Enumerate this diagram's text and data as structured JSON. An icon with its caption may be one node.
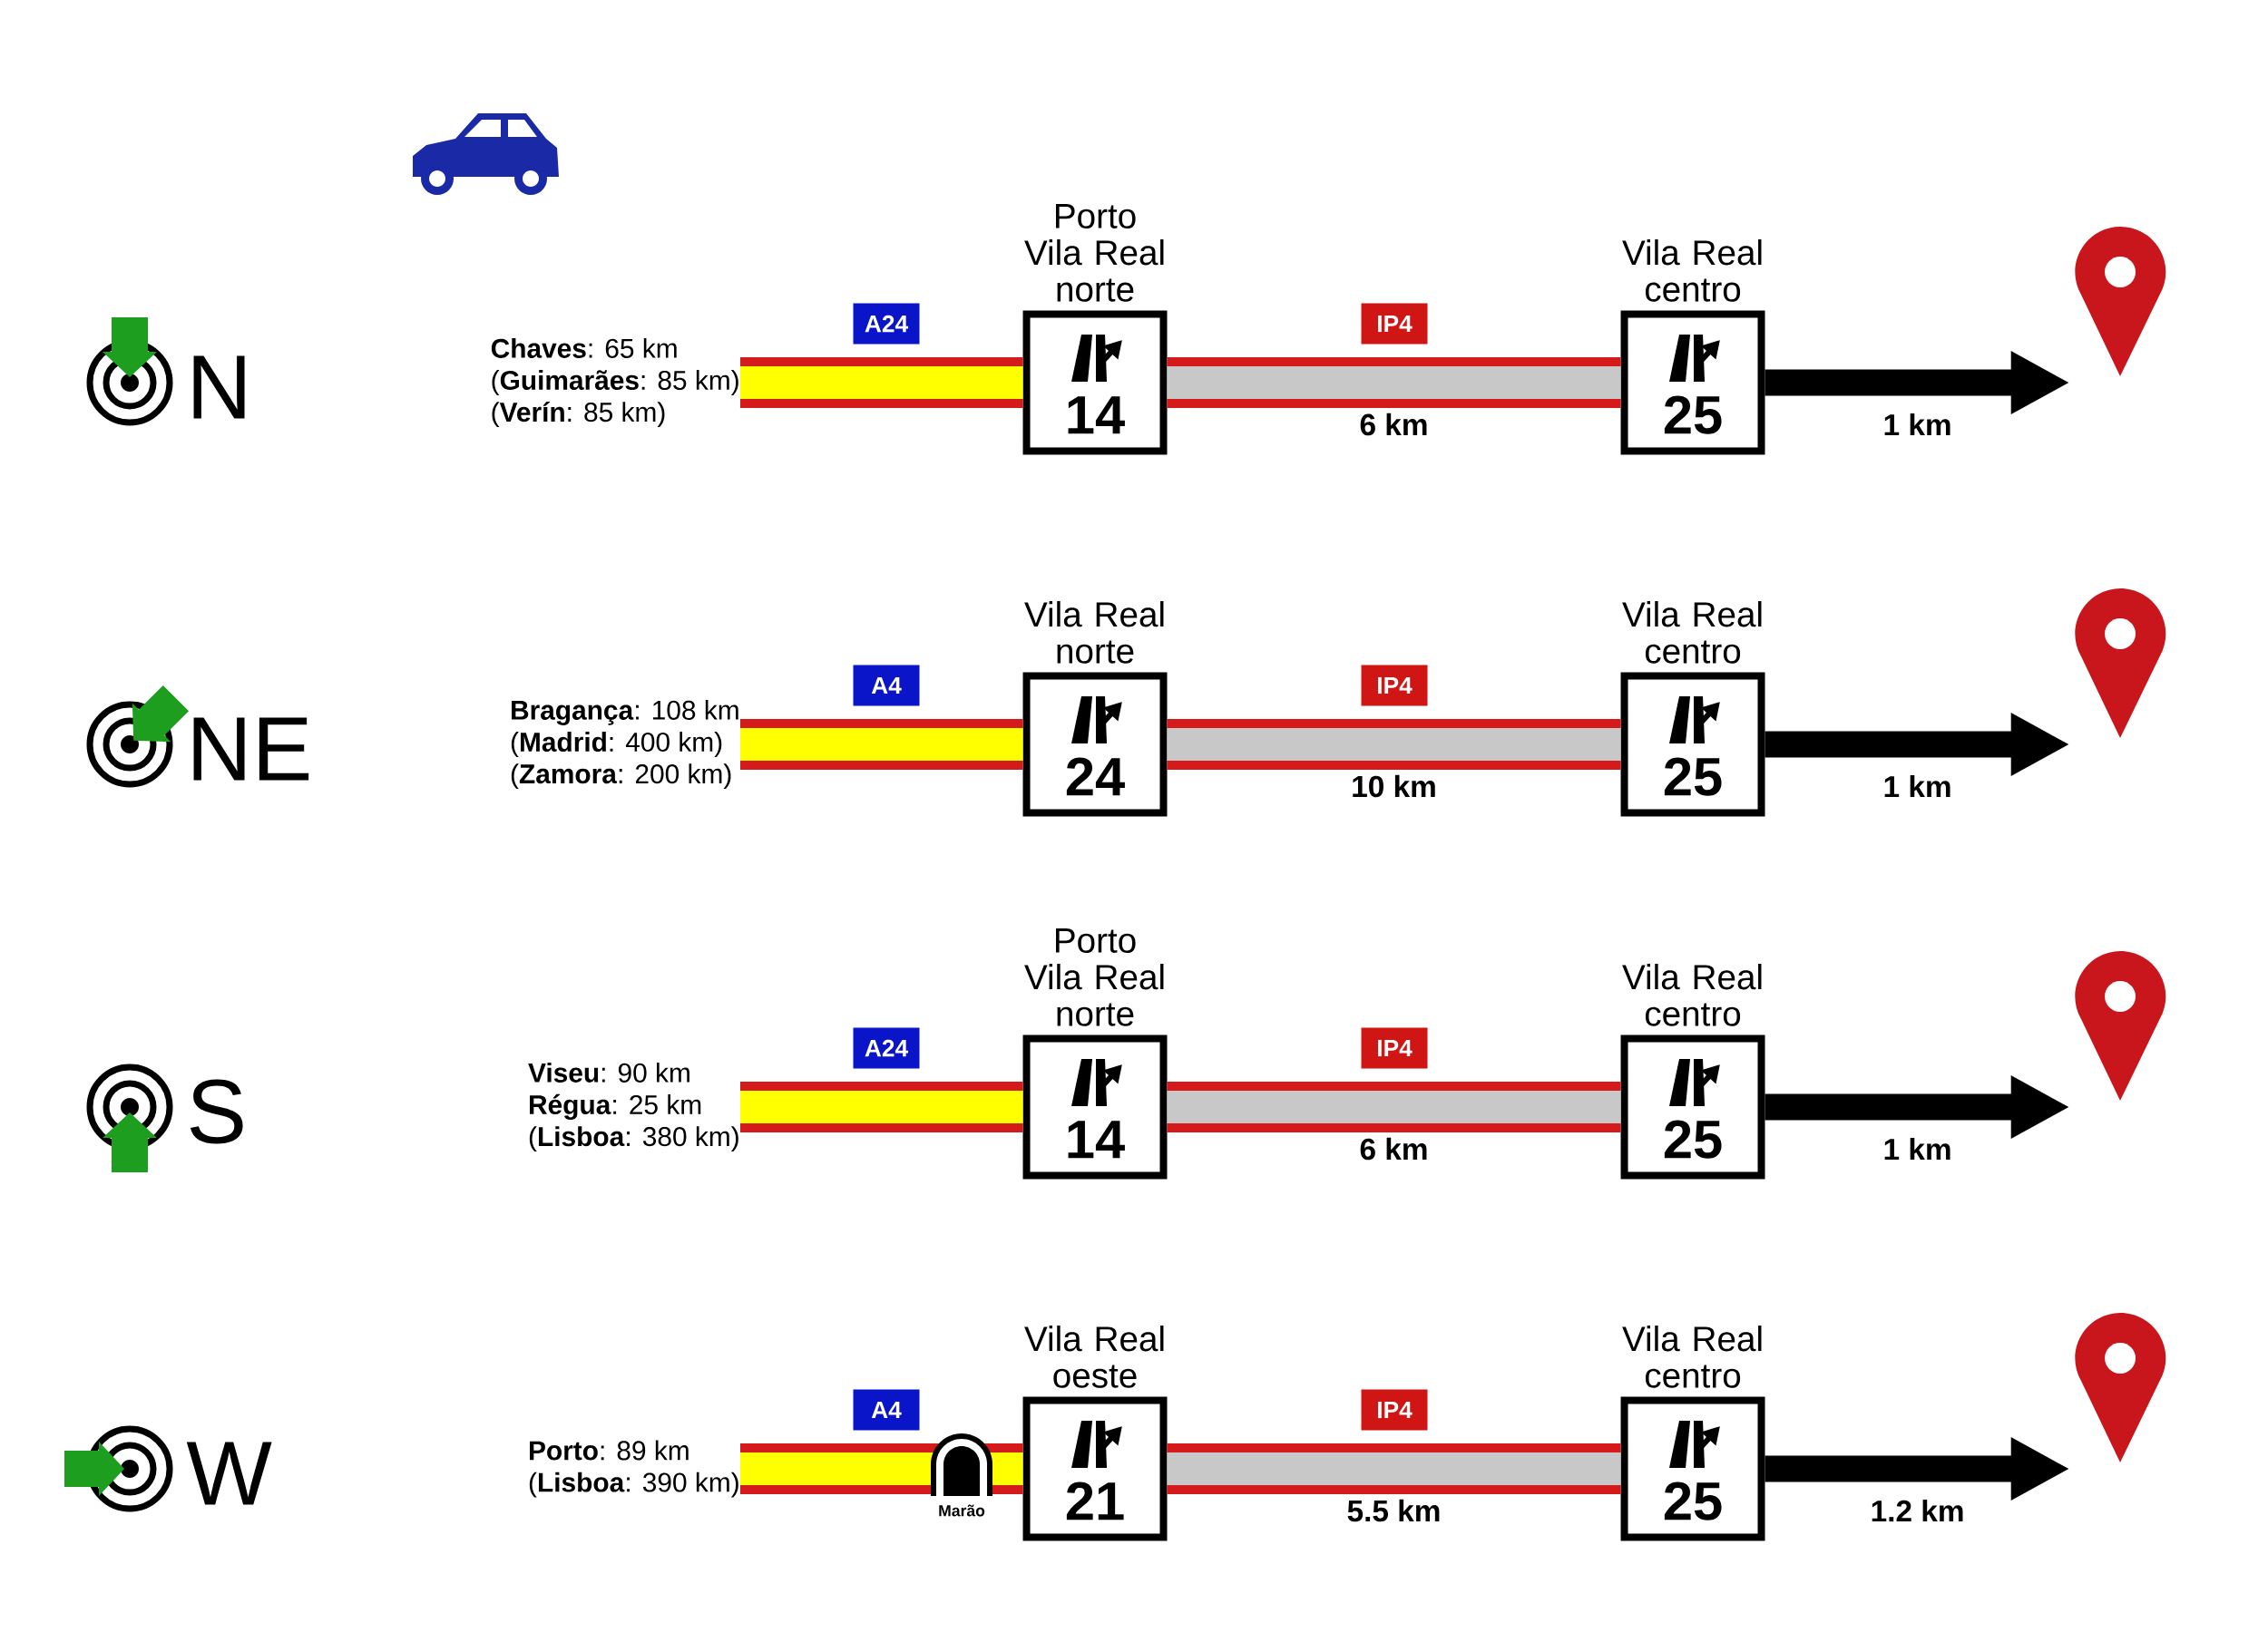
{
  "diagram": {
    "nodes": [
      {
        "text": [
          "**Chaves**: 65 km",
          "(**Guimarães**: 85 km)",
          "(**Verín**: 85 km)"
        ]
      },
      {
        "text": [
          "Porto Vila Real norte",
          "14"
        ]
      },
      {
        "text": [
          "Vila Real centro",
          "25"
        ]
      },
      {
        "text": [],
        "shape": "pin"
      },
      {
        "text": [
          "**Bragança**: 108 km",
          "(**Madrid**: 400 km)",
          "(**Zamora**: 200 km)"
        ]
      },
      {
        "text": [
          "Vila Real norte",
          "24"
        ]
      },
      {
        "text": [
          "Vila Real centro",
          "25"
        ]
      },
      {
        "text": [],
        "shape": "pin"
      },
      {
        "text": [
          "**Viseu**: 90 km",
          "**Régua**: 25 km",
          "(**Lisboa**: 380 km)"
        ]
      },
      {
        "text": [
          "Porto Vila Real norte",
          "14"
        ]
      },
      {
        "text": [
          "Vila Real centro",
          "25"
        ]
      },
      {
        "text": [],
        "shape": "pin"
      },
      {
        "text": [
          "**Porto**: 89 km",
          "(**Lisboa**: 390 km)"
        ]
      },
      {
        "text": [
          "Vila Real oeste",
          "21"
        ]
      },
      {
        "text": [
          "Vila Real centro",
          "25"
        ]
      },
      {
        "text": [],
        "shape": "pin"
      }
    ],
    "edges": [
      {
        "from": 0,
        "to": 1,
        "arrow": "none",
        "color": "#ffff00"
      },
      {
        "from": 1,
        "to": 2,
        "arrow": "none",
        "label": "6 km",
        "color": "#c8c8c8"
      },
      {
        "from": 2,
        "to": 3,
        "arrow": "to",
        "label": "1 km",
        "color": "#000000"
      },
      {
        "from": 4,
        "to": 5,
        "arrow": "none",
        "color": "#ffff00"
      },
      {
        "from": 5,
        "to": 6,
        "arrow": "none",
        "label": "10 km",
        "color": "#c8c8c8"
      },
      {
        "from": 6,
        "to": 7,
        "arrow": "to",
        "label": "1 km",
        "color": "#000000"
      },
      {
        "from": 8,
        "to": 9,
        "arrow": "none",
        "color": "#ffff00"
      },
      {
        "from": 9,
        "to": 10,
        "arrow": "none",
        "label": "6 km",
        "color": "#c8c8c8"
      },
      {
        "from": 10,
        "to": 11,
        "arrow": "to",
        "label": "1 km",
        "color": "#000000"
      },
      {
        "from": 12,
        "to": 13,
        "arrow": "none",
        "color": "#ffff00"
      },
      {
        "from": 13,
        "to": 14,
        "arrow": "none",
        "label": "5.5 km",
        "color": "#c8c8c8"
      },
      {
        "from": 14,
        "to": 15,
        "arrow": "to",
        "label": "1.2 km",
        "color": "#000000"
      }
    ],
    "labels": [
      "N",
      "A24",
      "IP4",
      "NE",
      "A4",
      "IP4",
      "S",
      "A24",
      "IP4",
      "W",
      "A4",
      "IP4",
      "Marão"
    ]
  }
}
